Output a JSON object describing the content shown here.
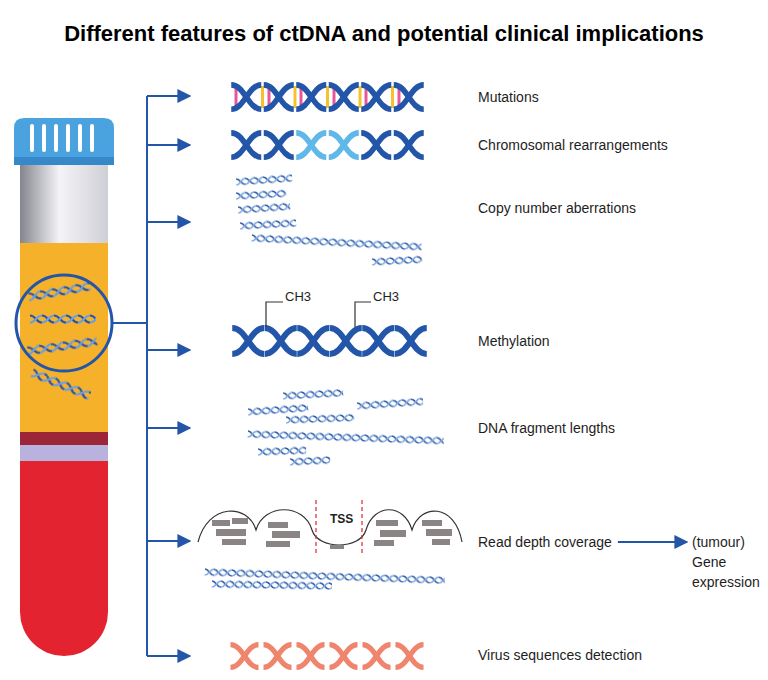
{
  "diagram": {
    "title": "Different features of ctDNA and potential clinical implications",
    "nodes": [
      {
        "text": [
          "Read depth coverage"
        ]
      },
      {
        "text": [
          "(tumour) Gene expression"
        ]
      }
    ],
    "edges": [
      {
        "from": 0,
        "to": 1,
        "arrow": "to"
      }
    ],
    "labels": [
      "Mutations",
      "Chromosomal rearrangements",
      "Copy number aberrations",
      "CH3",
      "CH3",
      "Methylation",
      "DNA fragment lengths",
      "TSS",
      "Virus sequences detection"
    ]
  }
}
